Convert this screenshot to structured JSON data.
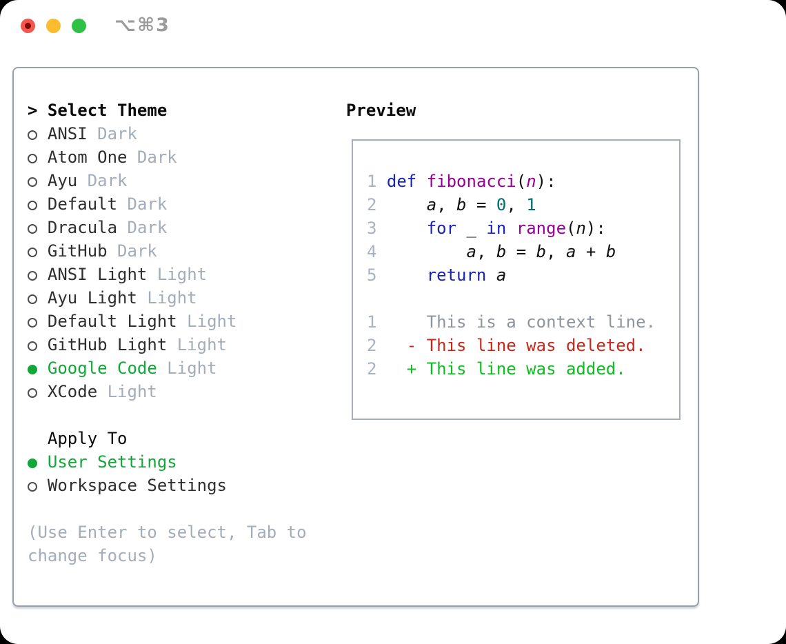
{
  "window": {
    "title": "⌥⌘3"
  },
  "titlebar": {
    "buttons": [
      "close",
      "minimize",
      "zoom"
    ]
  },
  "theme_list": {
    "header_prefix": ">",
    "header": "Select Theme",
    "items": [
      {
        "name": "ANSI",
        "variant": "Dark",
        "selected": false
      },
      {
        "name": "Atom One",
        "variant": "Dark",
        "selected": false
      },
      {
        "name": "Ayu",
        "variant": "Dark",
        "selected": false
      },
      {
        "name": "Default",
        "variant": "Dark",
        "selected": false
      },
      {
        "name": "Dracula",
        "variant": "Dark",
        "selected": false
      },
      {
        "name": "GitHub",
        "variant": "Dark",
        "selected": false
      },
      {
        "name": "ANSI Light",
        "variant": "Light",
        "selected": false
      },
      {
        "name": "Ayu Light",
        "variant": "Light",
        "selected": false
      },
      {
        "name": "Default Light",
        "variant": "Light",
        "selected": false
      },
      {
        "name": "GitHub Light",
        "variant": "Light",
        "selected": false
      },
      {
        "name": "Google Code",
        "variant": "Light",
        "selected": true
      },
      {
        "name": "XCode",
        "variant": "Light",
        "selected": false
      }
    ]
  },
  "apply_to": {
    "header": "Apply To",
    "options": [
      {
        "label": "User Settings",
        "selected": true
      },
      {
        "label": "Workspace Settings",
        "selected": false
      }
    ]
  },
  "help_text": "(Use Enter to select, Tab to change focus)",
  "preview": {
    "title": "Preview",
    "code_lines": [
      {
        "n": "1",
        "t": [
          [
            "kw",
            "def"
          ],
          [
            "pl",
            " "
          ],
          [
            "fn",
            "fibonacci"
          ],
          [
            "pl",
            "("
          ],
          [
            "pv",
            "n"
          ],
          [
            "pl",
            "):"
          ]
        ]
      },
      {
        "n": "2",
        "t": [
          [
            "pl",
            "    "
          ],
          [
            "vr",
            "a"
          ],
          [
            "pl",
            ", "
          ],
          [
            "vr",
            "b"
          ],
          [
            "pl",
            " = "
          ],
          [
            "nm",
            "0"
          ],
          [
            "pl",
            ", "
          ],
          [
            "nm",
            "1"
          ]
        ]
      },
      {
        "n": "3",
        "t": [
          [
            "pl",
            "    "
          ],
          [
            "kw",
            "for"
          ],
          [
            "pl",
            " "
          ],
          [
            "vr",
            "_"
          ],
          [
            "pl",
            " "
          ],
          [
            "kw",
            "in"
          ],
          [
            "pl",
            " "
          ],
          [
            "fn",
            "range"
          ],
          [
            "pl",
            "("
          ],
          [
            "vr",
            "n"
          ],
          [
            "pl",
            "):"
          ]
        ]
      },
      {
        "n": "4",
        "t": [
          [
            "pl",
            "        "
          ],
          [
            "vr",
            "a"
          ],
          [
            "pl",
            ", "
          ],
          [
            "vr",
            "b"
          ],
          [
            "pl",
            " = "
          ],
          [
            "vr",
            "b"
          ],
          [
            "pl",
            ", "
          ],
          [
            "vr",
            "a"
          ],
          [
            "pl",
            " + "
          ],
          [
            "vr",
            "b"
          ]
        ]
      },
      {
        "n": "5",
        "t": [
          [
            "pl",
            "    "
          ],
          [
            "kw",
            "return"
          ],
          [
            "pl",
            " "
          ],
          [
            "vr",
            "a"
          ]
        ]
      }
    ],
    "diff_lines": [
      {
        "n": "1",
        "c": "ctx",
        "t": "    This is a context line."
      },
      {
        "n": "2",
        "c": "del",
        "t": "  - This line was deleted."
      },
      {
        "n": "2",
        "c": "add",
        "t": "  + This line was added."
      }
    ]
  },
  "colors": {
    "accent_green": "#12a837",
    "added_green": "#0abf1e",
    "deleted_red": "#c7271c",
    "context_gray": "#8e959e",
    "keyword_blue": "#1a23b8",
    "function_purple": "#990099",
    "number_teal": "#006e6e",
    "muted_gray": "#a3adb9",
    "lineno_gray": "#a8b2c0",
    "traffic_red": "#f4564d",
    "traffic_yellow": "#fdbc2e",
    "traffic_green": "#2fc144"
  }
}
